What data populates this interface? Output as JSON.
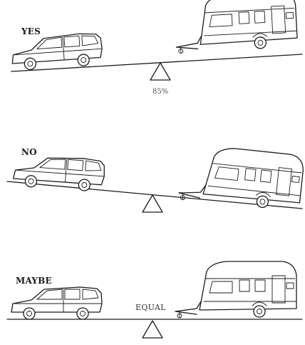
{
  "panels": [
    {
      "label": "YES",
      "note": "85%"
    },
    {
      "label": "NO",
      "note": ""
    },
    {
      "label": "MAYBE",
      "note": "EQUAL"
    }
  ],
  "colors": {
    "ink": "#1c1c1c",
    "background": "#ffffff"
  }
}
